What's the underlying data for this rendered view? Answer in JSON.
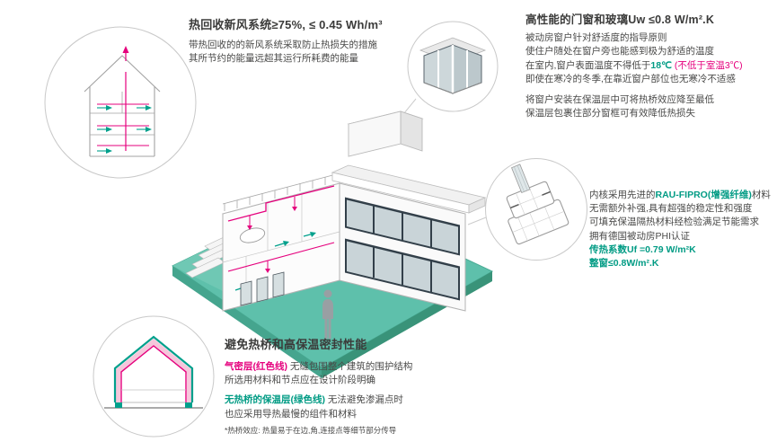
{
  "colors": {
    "teal": "#009b84",
    "red": "#e5007d",
    "dark": "#3b3b3a",
    "ground": "#5ec0ab"
  },
  "hrv": {
    "title": "热回收新风系统≥75%, ≤ 0.45 Wh/m³",
    "body1": "带热回收的的新风系统采取防止热损失的措施",
    "body2": "其所节约的能量远超其运行所耗费的能量"
  },
  "glazing": {
    "title": "高性能的门窗和玻璃Uw ≤0.8 W/m².K",
    "l1": "被动房窗户针对舒适度的指导原则",
    "l2": "使住户随处在窗户旁也能感到极为舒适的温度",
    "l3a": "在室内,窗户表面温度不得低于",
    "l3b": "18℃",
    "l3c": " (不低于室温3℃)",
    "l4": "即使在寒冷的冬季,在靠近窗户部位也无寒冷不适感",
    "l5": "将窗户安装在保温层中可将热桥效应降至最低",
    "l6": "保温层包裹住部分窗框可有效降低热损失"
  },
  "profile": {
    "l1a": "内核采用先进的",
    "l1b": "RAU-FIPRO(增强纤维)",
    "l1c": "材料",
    "l2": "无需额外补强,具有超强的稳定性和强度",
    "l3": "可填充保温隔热材料经检验满足节能需求",
    "l4": "拥有德国被动房PHI认证",
    "l5": "传热系数Uf =0.79 W/m²K",
    "l6": "整窗≤0.8W/m².K"
  },
  "thermal": {
    "title": "避免热桥和高保温密封性能",
    "l1a": "气密层(红色线)",
    "l1b": " 无缝包围整个建筑的围护结构",
    "l2": "所选用材料和节点应在设计阶段明确",
    "l3a": "无热桥的保温层(绿色线)",
    "l3b": " 无法避免渗漏点时",
    "l4": "也应采用导热最慢的组件和材料",
    "note": "*热桥效应: 热量易于在边,角,连接点等细节部分传导"
  },
  "icons": {
    "hrv_circle": "ventilation-house-section",
    "corner_window_circle": "corner-window-detail",
    "profile_circle": "window-profile-cross-section",
    "thermal_circle": "insulated-envelope-section",
    "main": "isometric-passive-house-cutaway"
  }
}
